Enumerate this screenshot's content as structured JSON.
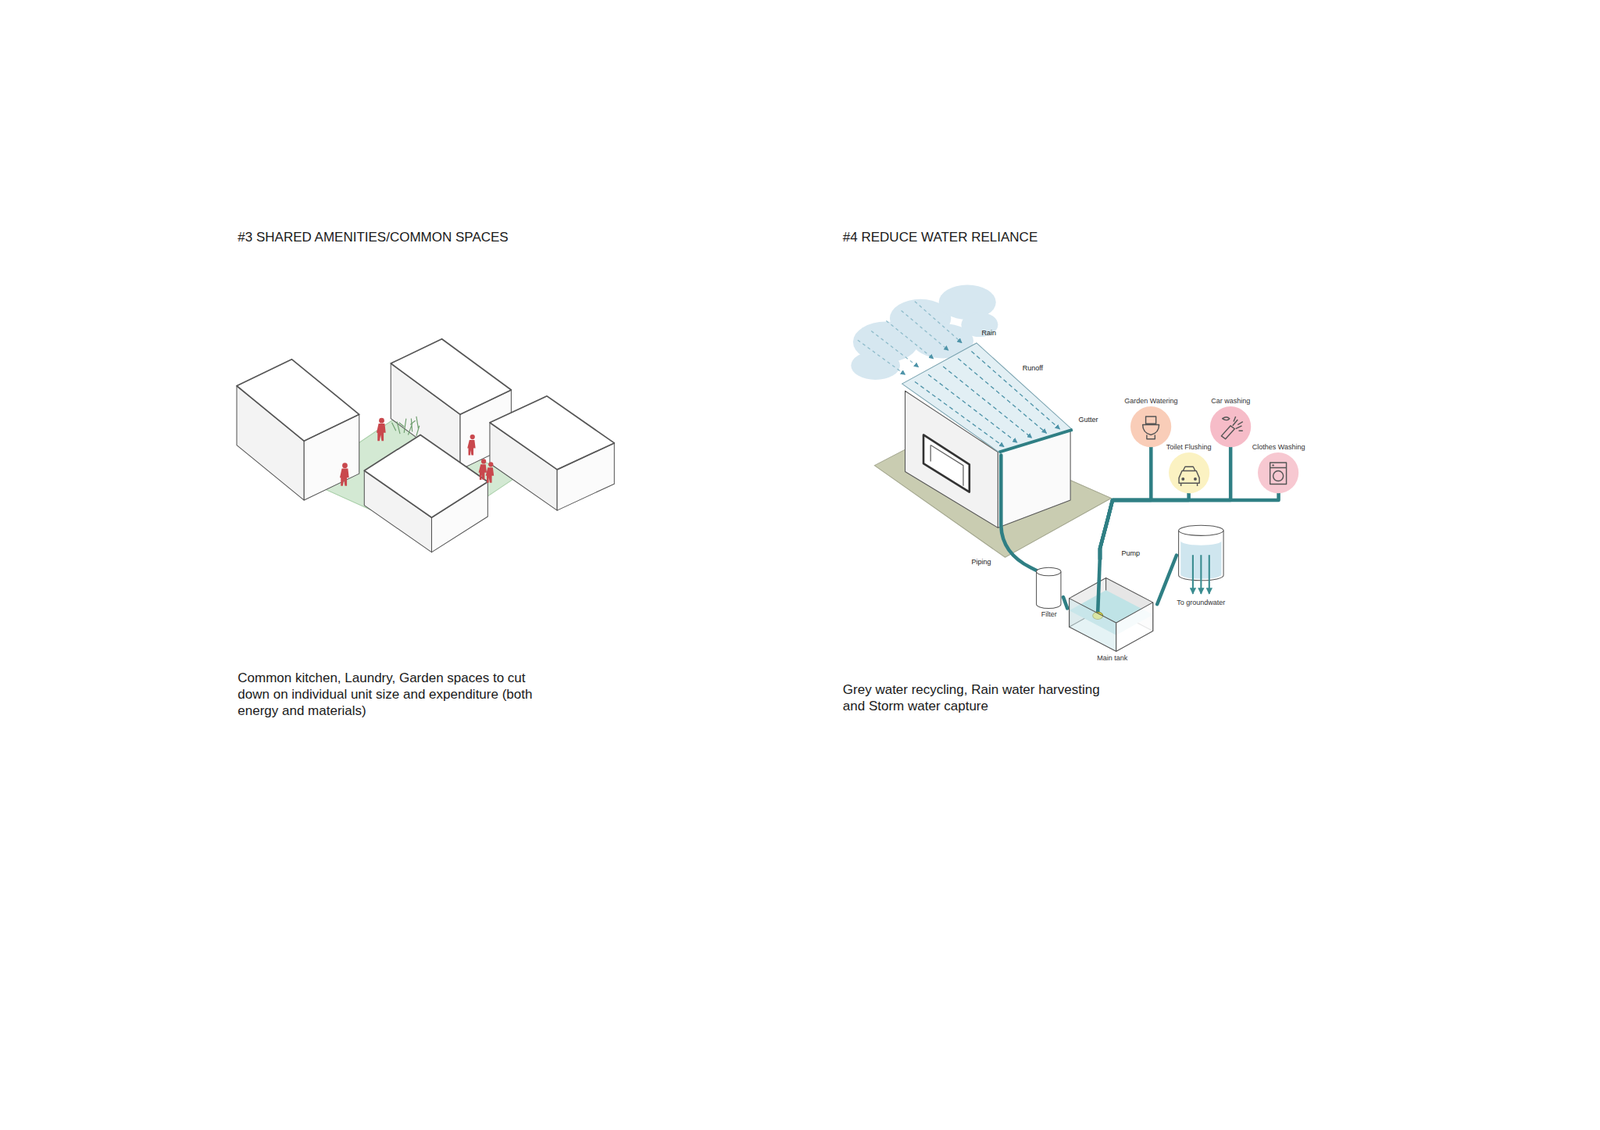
{
  "diagram": {
    "nodes": [
      {
        "text": [
          "Garden Watering"
        ]
      },
      {
        "text": [
          "Toilet Flushing"
        ]
      },
      {
        "text": [
          "Car washing"
        ]
      },
      {
        "text": [
          "Clothes Washing"
        ]
      },
      {
        "text": [
          "Filter"
        ]
      },
      {
        "text": [
          "Main tank"
        ]
      },
      {
        "text": [
          "To groundwater"
        ]
      }
    ],
    "edges": [
      {
        "from": 4,
        "to": 5,
        "arrow": "none"
      },
      {
        "from": 5,
        "to": 6,
        "arrow": "none"
      },
      {
        "from": 5,
        "to": 0,
        "arrow": "none"
      },
      {
        "from": 5,
        "to": 1,
        "arrow": "none"
      },
      {
        "from": 5,
        "to": 2,
        "arrow": "none"
      },
      {
        "from": 5,
        "to": 3,
        "arrow": "none"
      }
    ],
    "labels": [
      "#3 SHARED AMENITIES/COMMON SPACES",
      "Common kitchen, Laundry, Garden spaces to cut down on individual unit size and expenditure (both energy and materials)",
      "#4 REDUCE WATER RELIANCE",
      "Rain",
      "Runoff",
      "Gutter",
      "Piping",
      "Pump",
      "Grey water recycling, Rain water harvesting and Storm water capture"
    ]
  }
}
